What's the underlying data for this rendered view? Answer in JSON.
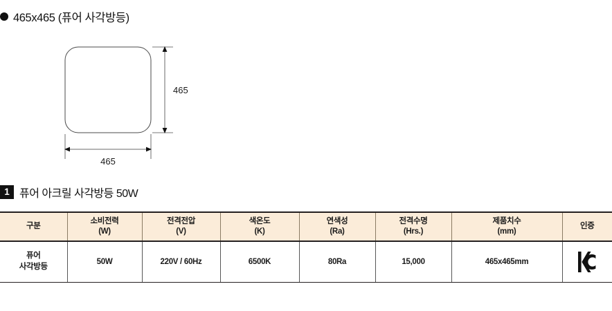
{
  "top_heading": {
    "bullet_icon": "filled-circle-bullet",
    "text": "465x465 (퓨어 사각방등)"
  },
  "drawing": {
    "shape": "rounded-square-luminaire",
    "vertical_dimension_label": "465",
    "horizontal_dimension_label": "465",
    "unit_implied": "mm"
  },
  "section": {
    "badge": "1",
    "title": "퓨어 아크릴 사각방등 50W"
  },
  "table": {
    "headers": [
      {
        "name": "구분",
        "unit": ""
      },
      {
        "name": "소비전력",
        "unit": "(W)"
      },
      {
        "name": "전격전압",
        "unit": "(V)"
      },
      {
        "name": "색온도",
        "unit": "(K)"
      },
      {
        "name": "연색성",
        "unit": "(Ra)"
      },
      {
        "name": "전격수명",
        "unit": "(Hrs.)"
      },
      {
        "name": "제품치수",
        "unit": "(mm)"
      },
      {
        "name": "인증",
        "unit": ""
      }
    ],
    "row": {
      "category_line1": "퓨어",
      "category_line2": "사각방등",
      "power": "50W",
      "voltage": "220V / 60Hz",
      "color_temperature": "6500K",
      "color_rendering": "80Ra",
      "lifetime": "15,000",
      "dimensions": "465x465mm",
      "certification_icon": "kc-mark-icon"
    }
  },
  "colors": {
    "header_background": "#fbecd9",
    "border_dark": "#231f20",
    "badge_background": "#111111",
    "text": "#1a1a1a"
  }
}
